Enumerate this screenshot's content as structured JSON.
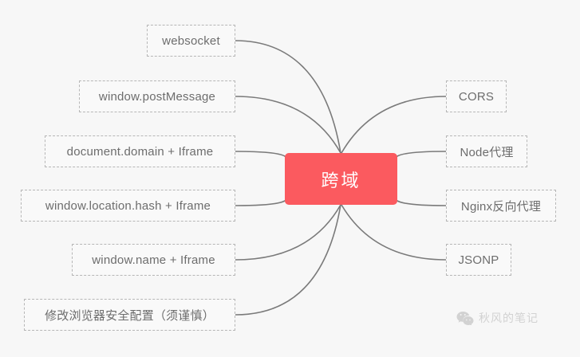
{
  "diagram": {
    "type": "mindmap",
    "center": {
      "label": "跨域",
      "color": "#fb5a5f",
      "text_color": "#ffffff"
    },
    "background_color": "#f7f7f7",
    "node_border_color": "#b6b6b6",
    "node_text_color": "#6d6d6d",
    "edge_color": "#7a7a7a",
    "left_branches": [
      {
        "label": "websocket"
      },
      {
        "label": "window.postMessage"
      },
      {
        "label": "document.domain + Iframe"
      },
      {
        "label": "window.location.hash + Iframe"
      },
      {
        "label": "window.name + Iframe"
      },
      {
        "label": "修改浏览器安全配置（须谨慎）"
      }
    ],
    "right_branches": [
      {
        "label": "CORS"
      },
      {
        "label": "Node代理"
      },
      {
        "label": "Nginx反向代理"
      },
      {
        "label": "JSONP"
      }
    ]
  },
  "watermark": {
    "icon": "wechat-icon",
    "text": "秋风的笔记",
    "color": "#d2d2d2"
  }
}
